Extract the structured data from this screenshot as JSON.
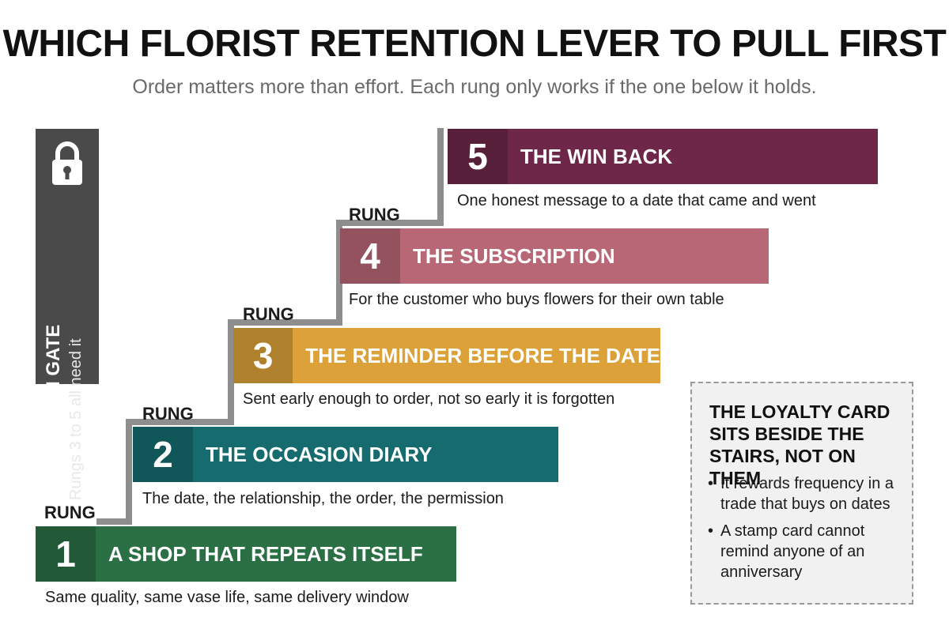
{
  "title": "WHICH FLORIST RETENTION LEVER TO PULL FIRST",
  "subtitle": "Order matters more than effort. Each rung only works if the one below it holds.",
  "permission_gate": {
    "title": "PERMISSION GATE",
    "subtitle": "Rungs 3 to 5 all need it",
    "icon": "lock-icon"
  },
  "rung_label": "RUNG",
  "rungs": [
    {
      "number": "1",
      "title": "A SHOP THAT REPEATS ITSELF",
      "description": "Same quality, same vase life, same delivery window",
      "color": "#2b6f45"
    },
    {
      "number": "2",
      "title": "THE OCCASION DIARY",
      "description": "The date, the relationship, the order, the permission",
      "color": "#156b6e"
    },
    {
      "number": "3",
      "title": "THE REMINDER BEFORE THE DATE",
      "description": "Sent early enough to order, not so early it is forgotten",
      "color": "#dca138"
    },
    {
      "number": "4",
      "title": "THE SUBSCRIPTION",
      "description": "For the customer who buys flowers for their own table",
      "color": "#b86776"
    },
    {
      "number": "5",
      "title": "THE WIN BACK",
      "description": "One honest message to a date that came and went",
      "color": "#6e2748"
    }
  ],
  "callout": {
    "title": "THE LOYALTY CARD SITS BESIDE THE STAIRS, NOT ON THEM",
    "bullets": [
      "It rewards frequency in a trade that buys on dates",
      "A stamp card cannot remind anyone of an anniversary"
    ]
  }
}
